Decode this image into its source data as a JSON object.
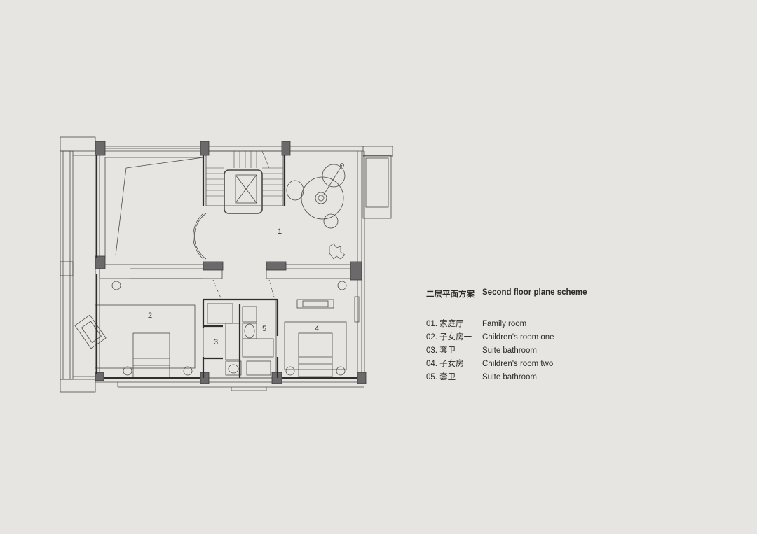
{
  "legend": {
    "title_zh": "二层平面方案",
    "title_en": "Second floor plane scheme",
    "items": [
      {
        "zh": "01. 家庭厅",
        "en": "Family room"
      },
      {
        "zh": "02. 子女房一",
        "en": "Children's room one"
      },
      {
        "zh": "03. 套卫",
        "en": "Suite bathroom"
      },
      {
        "zh": "04. 子女房一",
        "en": "Children's room two"
      },
      {
        "zh": "05. 套卫",
        "en": "Suite bathroom"
      }
    ]
  },
  "rooms": {
    "r1": "1",
    "r2": "2",
    "r3": "3",
    "r4": "4",
    "r5": "5"
  },
  "colors": {
    "background": "#e6e5e1",
    "wall": "#3a3a3a",
    "column": "#6a6a6a",
    "line": "#555555"
  }
}
